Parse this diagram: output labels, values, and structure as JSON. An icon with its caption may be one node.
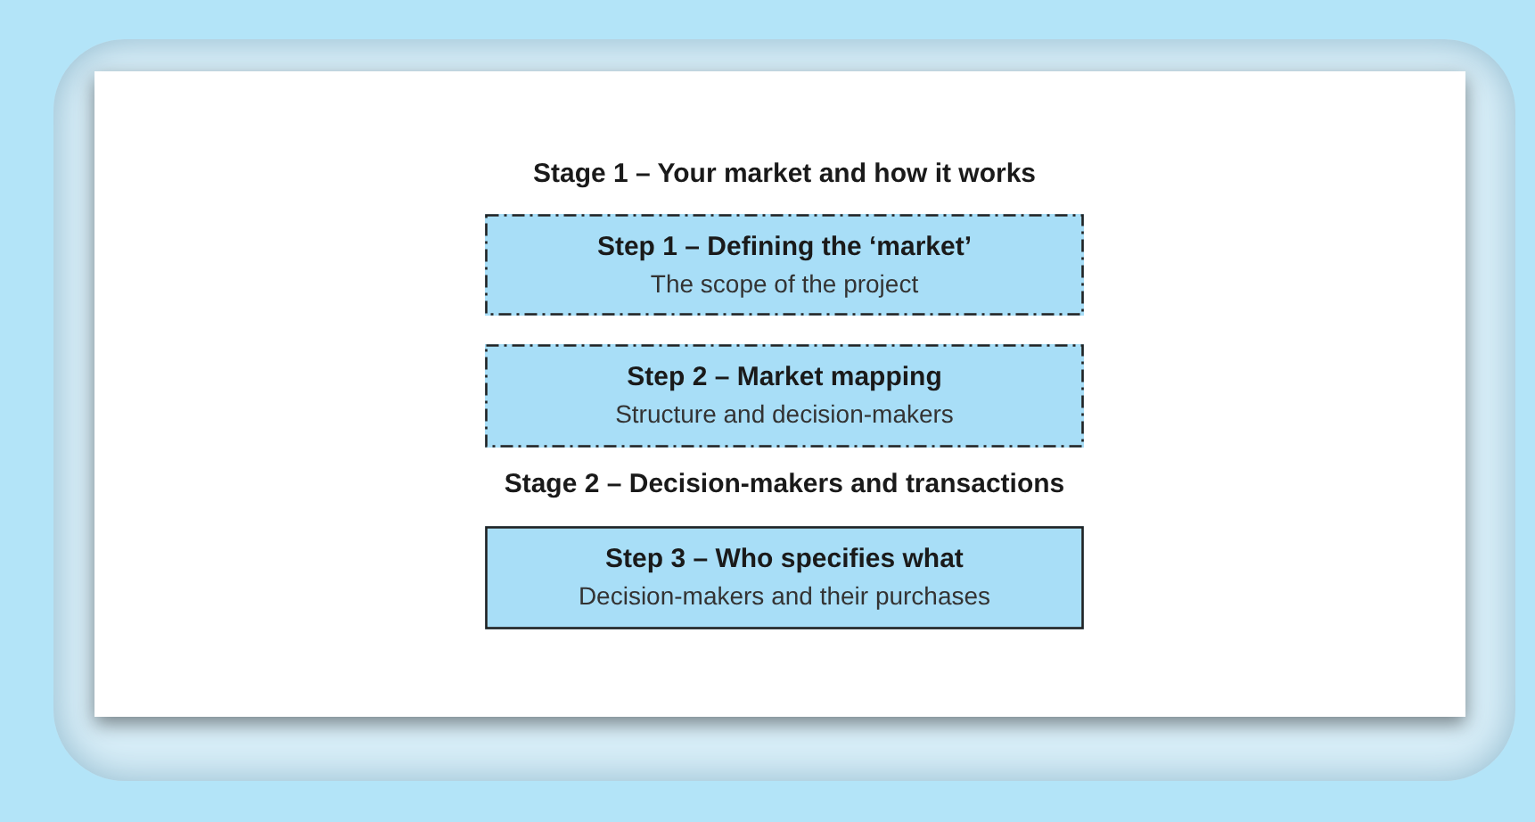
{
  "diagram": {
    "nodes": [
      {
        "text": [
          "Step 1 – Defining the ‘market’",
          "The scope of the project"
        ]
      },
      {
        "text": [
          "Step 2 – Market mapping",
          "Structure and decision-makers"
        ]
      },
      {
        "text": [
          "Step 3 – Who specifies what",
          "Decision-makers and their purchases"
        ]
      }
    ],
    "labels": [
      "Stage 1 – Your market and how it works",
      "Stage 2 – Decision-makers and transactions"
    ]
  }
}
